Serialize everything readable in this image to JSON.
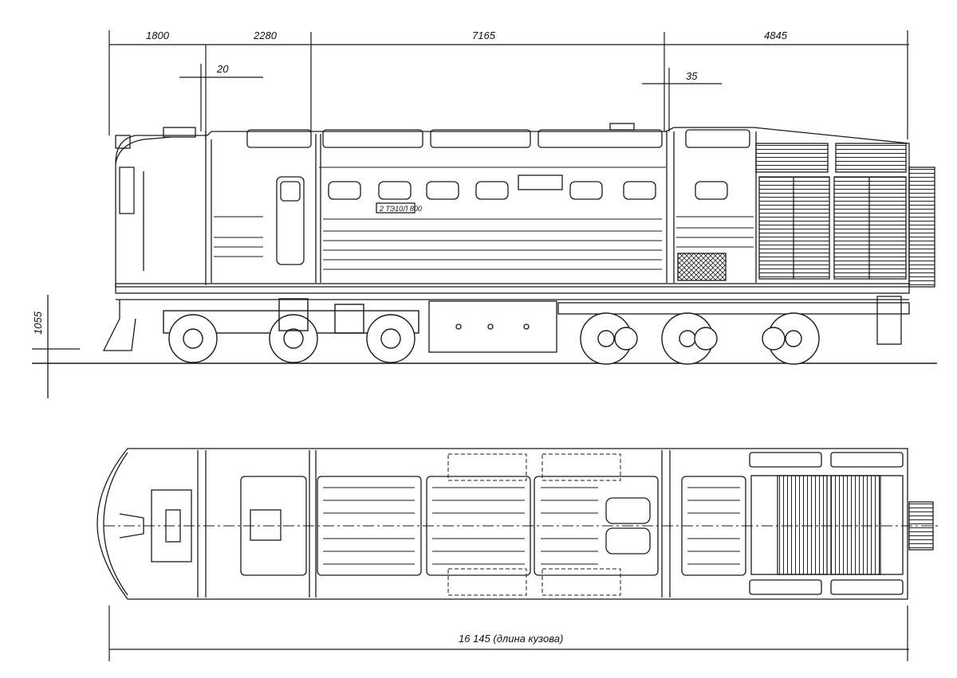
{
  "side_view": {
    "dimensions": {
      "d1": "1800",
      "d2": "2280",
      "d3": "7165",
      "d4": "4845",
      "gap1": "20",
      "gap2": "35",
      "rail_height": "1055"
    },
    "number_plate": "2 ТЭ10Л 800"
  },
  "top_view": {
    "length_label": "16 145 (длина кузова)"
  },
  "colors": {
    "line": "#1a1a1a",
    "background": "#ffffff"
  }
}
